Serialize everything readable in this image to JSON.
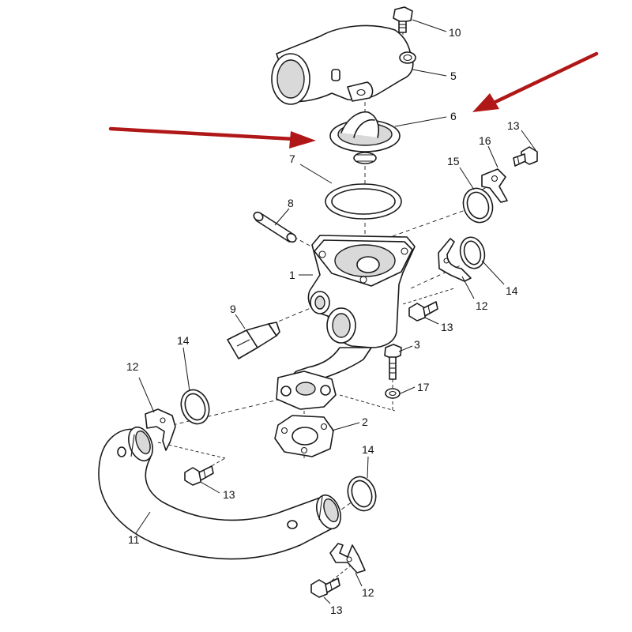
{
  "diagram": {
    "callouts": {
      "c10": "10",
      "c5": "5",
      "c6": "6",
      "c13a": "13",
      "c16": "16",
      "c15": "15",
      "c7": "7",
      "c8": "8",
      "c1": "1",
      "c14a": "14",
      "c12a": "12",
      "c13b": "13",
      "c9": "9",
      "c3": "3",
      "c14b": "14",
      "c12b": "12",
      "c17": "17",
      "c2": "2",
      "c14c": "14",
      "c13c": "13",
      "c11": "11",
      "c12c": "12",
      "c13d": "13"
    },
    "highlight_color": "#b01818",
    "line_color": "#1a1a1a"
  }
}
